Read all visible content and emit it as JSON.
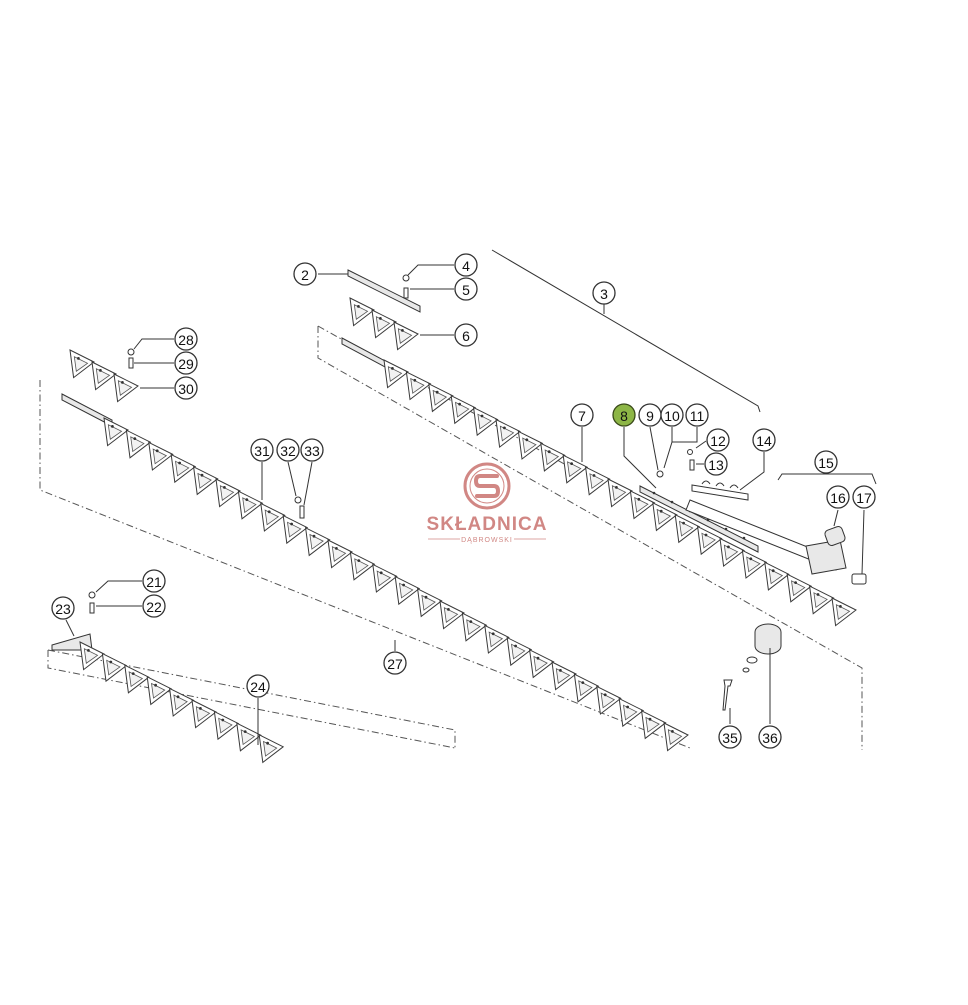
{
  "watermark": {
    "brand": "SKŁADNICA",
    "sub": "DĄBROWSKI",
    "color": "#c9736f"
  },
  "highlight_color": "#8db646",
  "callouts": [
    {
      "id": "2",
      "highlight": false
    },
    {
      "id": "3",
      "highlight": false
    },
    {
      "id": "4",
      "highlight": false
    },
    {
      "id": "5",
      "highlight": false
    },
    {
      "id": "6",
      "highlight": false
    },
    {
      "id": "7",
      "highlight": false
    },
    {
      "id": "8",
      "highlight": true
    },
    {
      "id": "9",
      "highlight": false
    },
    {
      "id": "10",
      "highlight": false
    },
    {
      "id": "11",
      "highlight": false
    },
    {
      "id": "12",
      "highlight": false
    },
    {
      "id": "13",
      "highlight": false
    },
    {
      "id": "14",
      "highlight": false
    },
    {
      "id": "15",
      "highlight": false
    },
    {
      "id": "16",
      "highlight": false
    },
    {
      "id": "17",
      "highlight": false
    },
    {
      "id": "21",
      "highlight": false
    },
    {
      "id": "22",
      "highlight": false
    },
    {
      "id": "23",
      "highlight": false
    },
    {
      "id": "24",
      "highlight": false
    },
    {
      "id": "27",
      "highlight": false
    },
    {
      "id": "28",
      "highlight": false
    },
    {
      "id": "29",
      "highlight": false
    },
    {
      "id": "30",
      "highlight": false
    },
    {
      "id": "31",
      "highlight": false
    },
    {
      "id": "32",
      "highlight": false
    },
    {
      "id": "33",
      "highlight": false
    },
    {
      "id": "35",
      "highlight": false
    },
    {
      "id": "36",
      "highlight": false
    }
  ]
}
